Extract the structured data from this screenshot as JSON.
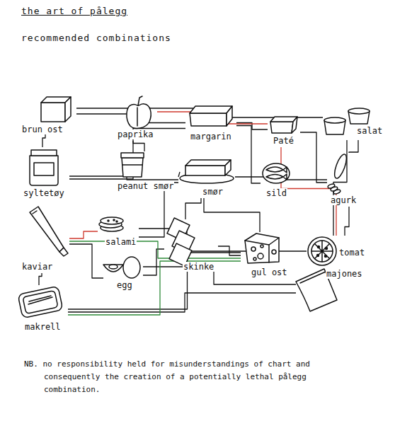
{
  "diagram": {
    "title": "the art of pålegg",
    "nodes": [
      {
        "text": [
          "brun ost"
        ]
      },
      {
        "text": [
          "paprika"
        ]
      },
      {
        "text": [
          "margarin"
        ]
      },
      {
        "text": [
          "Paté"
        ]
      },
      {
        "text": [
          "salat"
        ]
      },
      {
        "text": [
          "syltetøy"
        ]
      },
      {
        "text": [
          "peanut smør"
        ]
      },
      {
        "text": [
          "smør"
        ]
      },
      {
        "text": [
          "sild"
        ]
      },
      {
        "text": [
          "agurk"
        ]
      },
      {
        "text": [
          "salami"
        ]
      },
      {
        "text": [
          "kaviar"
        ]
      },
      {
        "text": [
          "skinke"
        ]
      },
      {
        "text": [
          "gul ost"
        ]
      },
      {
        "text": [
          "tomat"
        ]
      },
      {
        "text": [
          "majones"
        ]
      },
      {
        "text": [
          "egg"
        ]
      },
      {
        "text": [
          "makrell"
        ]
      }
    ],
    "edges": [
      {
        "from": 0,
        "to": 4,
        "arrow": "none"
      },
      {
        "from": 0,
        "to": 5,
        "arrow": "none"
      },
      {
        "from": 0,
        "to": 2,
        "arrow": "none"
      },
      {
        "from": 5,
        "to": 7,
        "arrow": "none"
      },
      {
        "from": 5,
        "to": 2,
        "arrow": "none"
      },
      {
        "from": 6,
        "to": 7,
        "arrow": "none"
      },
      {
        "from": 6,
        "to": 1,
        "arrow": "none"
      },
      {
        "from": 2,
        "to": 3,
        "arrow": "none"
      },
      {
        "from": 2,
        "to": 8,
        "arrow": "none"
      },
      {
        "from": 7,
        "to": 10,
        "arrow": "none"
      },
      {
        "from": 7,
        "to": 12,
        "arrow": "none"
      },
      {
        "from": 7,
        "to": 13,
        "arrow": "none"
      },
      {
        "from": 7,
        "to": 9,
        "arrow": "none"
      },
      {
        "from": 3,
        "to": 9,
        "arrow": "none"
      },
      {
        "from": 4,
        "to": 9,
        "arrow": "none"
      },
      {
        "from": 4,
        "to": 14,
        "arrow": "none"
      },
      {
        "from": 10,
        "to": 13,
        "arrow": "none"
      },
      {
        "from": 12,
        "to": 13,
        "arrow": "none"
      },
      {
        "from": 12,
        "to": 16,
        "arrow": "none"
      },
      {
        "from": 16,
        "to": 11,
        "arrow": "none"
      },
      {
        "from": 16,
        "to": 15,
        "arrow": "none"
      },
      {
        "from": 11,
        "to": 17,
        "arrow": "none"
      },
      {
        "from": 17,
        "to": 14,
        "arrow": "none"
      },
      {
        "from": 17,
        "to": 15,
        "arrow": "none"
      },
      {
        "from": 9,
        "to": 14,
        "arrow": "none"
      },
      {
        "from": 1,
        "to": 3,
        "arrow": "none"
      },
      {
        "from": 3,
        "to": 14,
        "arrow": "none"
      },
      {
        "from": 11,
        "to": 10,
        "arrow": "none"
      },
      {
        "from": 11,
        "to": 13,
        "arrow": "none"
      },
      {
        "from": 17,
        "to": 13,
        "arrow": "none"
      }
    ],
    "labels": [
      "recommended combinations",
      "NB. no responsibility held for misunderstandings of chart and consequently the creation of a potentially lethal pålegg combination."
    ]
  }
}
